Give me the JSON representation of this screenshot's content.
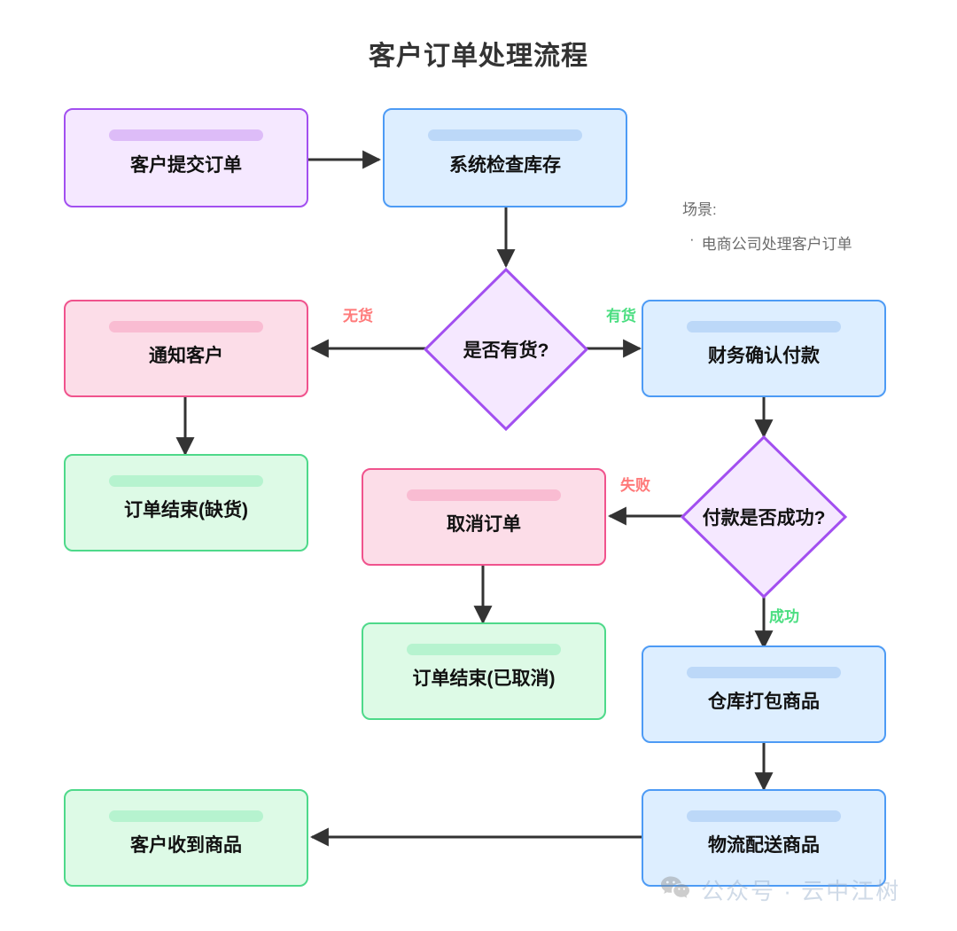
{
  "title": "客户订单处理流程",
  "palette": {
    "purple_border": "#a24ff0",
    "purple_fill": "#f5e8ff",
    "blue_border": "#4d9bf5",
    "blue_fill": "#ddeeff",
    "pink_border": "#f0538d",
    "pink_fill": "#fcdde8",
    "green_border": "#4ed98a",
    "green_fill": "#ddfae6",
    "edge_stroke": "#333333",
    "label_negative": "#ff7a7a",
    "label_positive": "#4ade80",
    "title_color": "#333333",
    "note_color": "#6b6b6b"
  },
  "nodes": {
    "submit_order": "客户提交订单",
    "check_stock": "系统检查库存",
    "has_stock_decision": "是否有货?",
    "notify_customer": "通知客户",
    "order_end_oos": "订单结束(缺货)",
    "finance_confirm": "财务确认付款",
    "payment_decision": "付款是否成功?",
    "cancel_order": "取消订单",
    "order_end_cancelled": "订单结束(已取消)",
    "warehouse_pack": "仓库打包商品",
    "logistics_ship": "物流配送商品",
    "customer_receive": "客户收到商品"
  },
  "edge_labels": {
    "no_stock": "无货",
    "in_stock": "有货",
    "failed": "失败",
    "success": "成功"
  },
  "note": {
    "title": "场景:",
    "items": [
      "电商公司处理客户订单"
    ],
    "bullet": "·"
  },
  "watermark": {
    "text": "公众号 · 云中江树",
    "icon": "wechat-icon"
  },
  "chart_data": {
    "type": "table",
    "title": "客户订单处理流程",
    "nodes": [
      {
        "id": "submit_order",
        "label": "客户提交订单",
        "shape": "rounded-rect",
        "color": "purple"
      },
      {
        "id": "check_stock",
        "label": "系统检查库存",
        "shape": "rounded-rect",
        "color": "blue"
      },
      {
        "id": "has_stock_decision",
        "label": "是否有货?",
        "shape": "diamond",
        "color": "purple"
      },
      {
        "id": "notify_customer",
        "label": "通知客户",
        "shape": "rounded-rect",
        "color": "pink"
      },
      {
        "id": "order_end_oos",
        "label": "订单结束(缺货)",
        "shape": "rounded-rect",
        "color": "green"
      },
      {
        "id": "finance_confirm",
        "label": "财务确认付款",
        "shape": "rounded-rect",
        "color": "blue"
      },
      {
        "id": "payment_decision",
        "label": "付款是否成功?",
        "shape": "diamond",
        "color": "purple"
      },
      {
        "id": "cancel_order",
        "label": "取消订单",
        "shape": "rounded-rect",
        "color": "pink"
      },
      {
        "id": "order_end_cancelled",
        "label": "订单结束(已取消)",
        "shape": "rounded-rect",
        "color": "green"
      },
      {
        "id": "warehouse_pack",
        "label": "仓库打包商品",
        "shape": "rounded-rect",
        "color": "blue"
      },
      {
        "id": "logistics_ship",
        "label": "物流配送商品",
        "shape": "rounded-rect",
        "color": "blue"
      },
      {
        "id": "customer_receive",
        "label": "客户收到商品",
        "shape": "rounded-rect",
        "color": "green"
      }
    ],
    "edges": [
      {
        "from": "submit_order",
        "to": "check_stock",
        "label": ""
      },
      {
        "from": "check_stock",
        "to": "has_stock_decision",
        "label": ""
      },
      {
        "from": "has_stock_decision",
        "to": "notify_customer",
        "label": "无货"
      },
      {
        "from": "has_stock_decision",
        "to": "finance_confirm",
        "label": "有货"
      },
      {
        "from": "notify_customer",
        "to": "order_end_oos",
        "label": ""
      },
      {
        "from": "finance_confirm",
        "to": "payment_decision",
        "label": ""
      },
      {
        "from": "payment_decision",
        "to": "cancel_order",
        "label": "失败"
      },
      {
        "from": "payment_decision",
        "to": "warehouse_pack",
        "label": "成功"
      },
      {
        "from": "cancel_order",
        "to": "order_end_cancelled",
        "label": ""
      },
      {
        "from": "warehouse_pack",
        "to": "logistics_ship",
        "label": ""
      },
      {
        "from": "logistics_ship",
        "to": "customer_receive",
        "label": ""
      }
    ]
  }
}
